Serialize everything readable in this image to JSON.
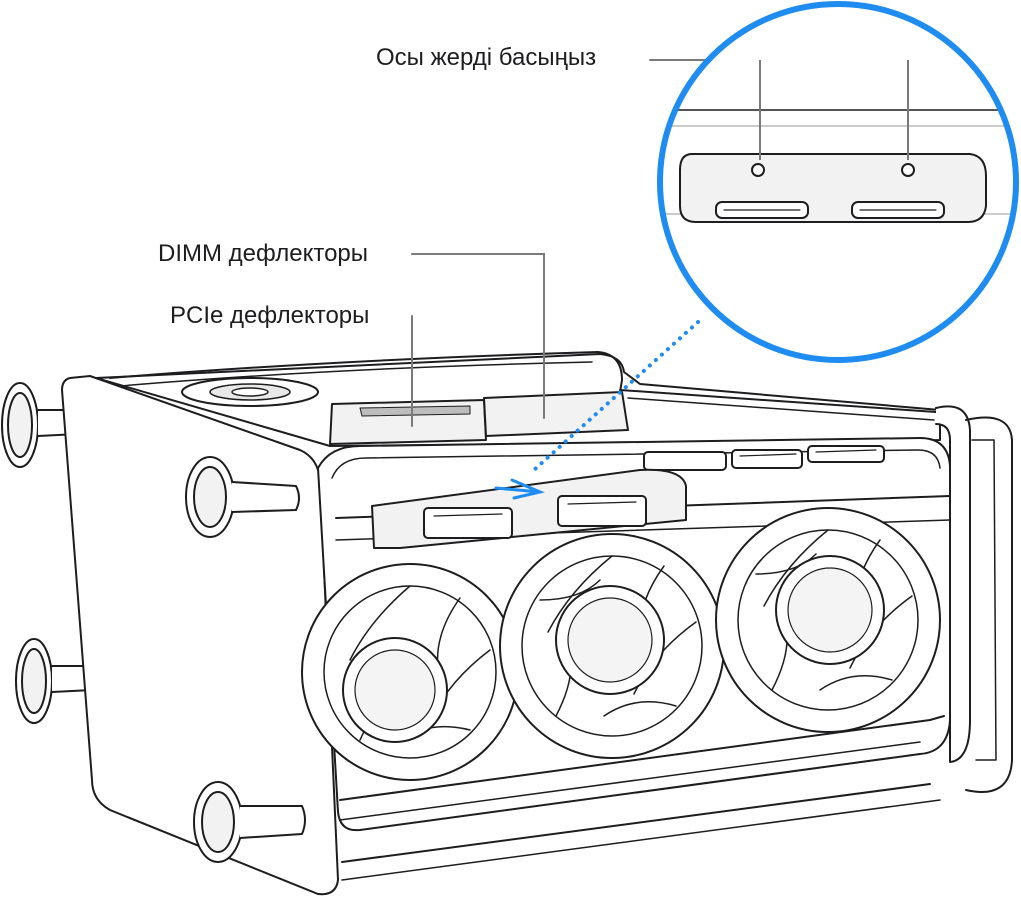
{
  "callouts": {
    "press_here": "Осы жерді басыңыз",
    "dimm_deflectors": "DIMM дефлекторы",
    "pcie_deflectors": "PCIe дефлекторы"
  },
  "colors": {
    "line": "#1d1d1f",
    "leader": "#7a7a7a",
    "highlight": "#1e8cf0",
    "fill": "#ffffff",
    "panel": "#f2f2f2"
  }
}
